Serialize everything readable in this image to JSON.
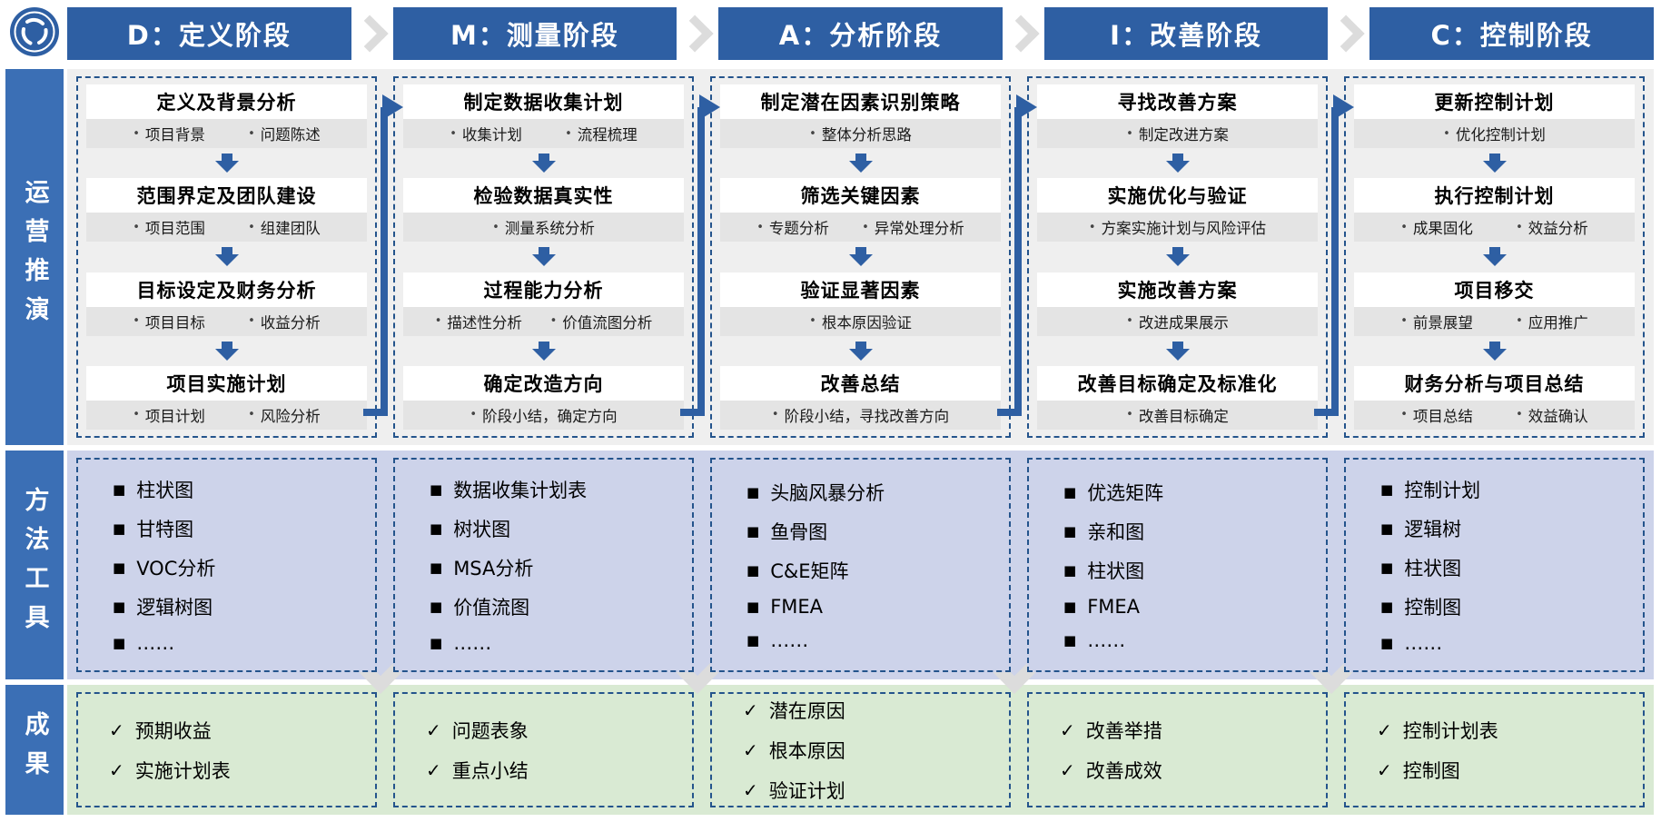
{
  "colors": {
    "header_blue": "#2E5FA3",
    "sidebar_blue": "#3B6FB5",
    "arrow_blue": "#2E5FA3",
    "row1_bg": "#EFEFEF",
    "row2_bg": "#CDD3EA",
    "row3_bg": "#D9EAD3",
    "dash_border": "#24548C",
    "chevron_gray": "#DCDCDC"
  },
  "glyphs": {
    "step_bullet": "•",
    "tool_bullet": "■",
    "result_check": "✓"
  },
  "sidebar": {
    "rows": [
      {
        "label": "运营推演"
      },
      {
        "label": "方法工具"
      },
      {
        "label": "成果"
      }
    ]
  },
  "phases": [
    {
      "id": "D",
      "header": "D：定义阶段",
      "steps": [
        {
          "title": "定义及背景分析",
          "bullets": [
            "项目背景",
            "问题陈述"
          ]
        },
        {
          "title": "范围界定及团队建设",
          "bullets": [
            "项目范围",
            "组建团队"
          ]
        },
        {
          "title": "目标设定及财务分析",
          "bullets": [
            "项目目标",
            "收益分析"
          ]
        },
        {
          "title": "项目实施计划",
          "bullets": [
            "项目计划",
            "风险分析"
          ]
        }
      ],
      "tools": [
        "柱状图",
        "甘特图",
        "VOC分析",
        "逻辑树图",
        "……"
      ],
      "results": [
        "预期收益",
        "实施计划表"
      ]
    },
    {
      "id": "M",
      "header": "M：测量阶段",
      "steps": [
        {
          "title": "制定数据收集计划",
          "bullets": [
            "收集计划",
            "流程梳理"
          ]
        },
        {
          "title": "检验数据真实性",
          "bullets": [
            "测量系统分析"
          ]
        },
        {
          "title": "过程能力分析",
          "bullets": [
            "描述性分析",
            "价值流图分析"
          ]
        },
        {
          "title": "确定改造方向",
          "bullets": [
            "阶段小结，确定方向"
          ]
        }
      ],
      "tools": [
        "数据收集计划表",
        "树状图",
        "MSA分析",
        "价值流图",
        "……"
      ],
      "results": [
        "问题表象",
        "重点小结"
      ]
    },
    {
      "id": "A",
      "header": "A：分析阶段",
      "steps": [
        {
          "title": "制定潜在因素识别策略",
          "bullets": [
            "整体分析思路"
          ]
        },
        {
          "title": "筛选关键因素",
          "bullets": [
            "专题分析",
            "异常处理分析"
          ]
        },
        {
          "title": "验证显著因素",
          "bullets": [
            "根本原因验证"
          ]
        },
        {
          "title": "改善总结",
          "bullets": [
            "阶段小结，寻找改善方向"
          ]
        }
      ],
      "tools": [
        "头脑风暴分析",
        "鱼骨图",
        "C&E矩阵",
        "FMEA",
        "……"
      ],
      "results": [
        "潜在原因",
        "根本原因",
        "验证计划"
      ]
    },
    {
      "id": "I",
      "header": "I：改善阶段",
      "steps": [
        {
          "title": "寻找改善方案",
          "bullets": [
            "制定改进方案"
          ]
        },
        {
          "title": "实施优化与验证",
          "bullets": [
            "方案实施计划与风险评估"
          ]
        },
        {
          "title": "实施改善方案",
          "bullets": [
            "改进成果展示"
          ]
        },
        {
          "title": "改善目标确定及标准化",
          "bullets": [
            "改善目标确定"
          ]
        }
      ],
      "tools": [
        "优选矩阵",
        "亲和图",
        "柱状图",
        "FMEA",
        "……"
      ],
      "results": [
        "改善举措",
        "改善成效"
      ]
    },
    {
      "id": "C",
      "header": "C：控制阶段",
      "steps": [
        {
          "title": "更新控制计划",
          "bullets": [
            "优化控制计划"
          ]
        },
        {
          "title": "执行控制计划",
          "bullets": [
            "成果固化",
            "效益分析"
          ]
        },
        {
          "title": "项目移交",
          "bullets": [
            "前景展望",
            "应用推广"
          ]
        },
        {
          "title": "财务分析与项目总结",
          "bullets": [
            "项目总结",
            "效益确认"
          ]
        }
      ],
      "tools": [
        "控制计划",
        "逻辑树",
        "柱状图",
        "控制图",
        "……"
      ],
      "results": [
        "控制计划表",
        "控制图"
      ]
    }
  ]
}
